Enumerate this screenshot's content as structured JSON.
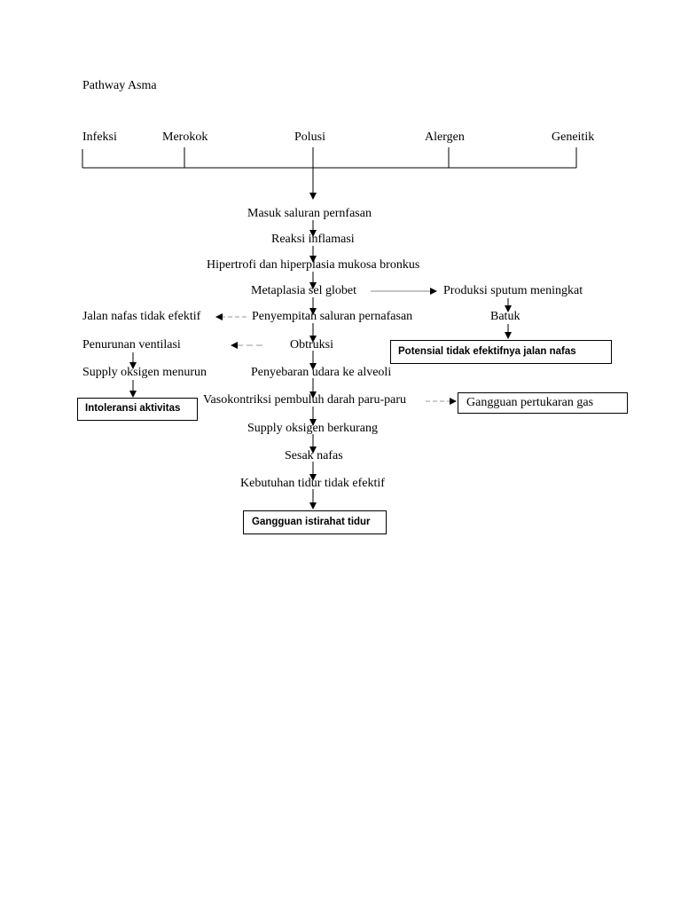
{
  "title": "Pathway Asma",
  "causes": [
    "Infeksi",
    "Merokok",
    "Polusi",
    "Alergen",
    "Geneitik"
  ],
  "chain": [
    "Masuk saluran pernfasan",
    "Reaksi inflamasi",
    "Hipertrofi dan hiperplasia mukosa bronkus",
    "Metaplasia sel globet",
    "Penyempitan saluran pernafasan",
    "Obtruksi",
    "Penyebaran udara ke alveoli",
    "Vasokontriksi pembuluh darah paru-paru",
    "Supply oksigen berkurang",
    "Sesak nafas",
    "Kebutuhan tidur tidak efektif"
  ],
  "right_branch": {
    "sputum": "Produksi sputum meningkat",
    "batuk": "Batuk",
    "diagnosis": "Potensial tidak efektifnya jalan nafas"
  },
  "left_branch": {
    "jalan_nafas": "Jalan nafas tidak efektif",
    "ventilasi": "Penurunan ventilasi",
    "supply": "Supply oksigen menurun",
    "diagnosis": "Intoleransi aktivitas"
  },
  "gas_diagnosis": "Gangguan pertukaran gas",
  "sleep_diagnosis": "Gangguan istirahat tidur"
}
